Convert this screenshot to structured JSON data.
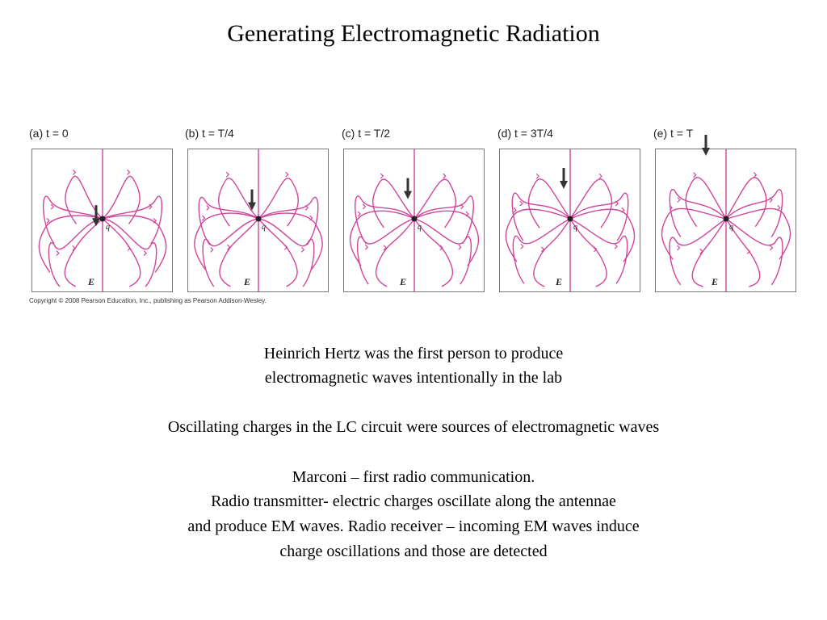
{
  "slide": {
    "title": "Generating Electromagnetic Radiation"
  },
  "figure": {
    "panels": [
      {
        "label": "(a) t = 0",
        "arrow_frac": 0.38
      },
      {
        "label": "(b) t = T/4",
        "arrow_frac": 0.24
      },
      {
        "label": "(c) t = T/2",
        "arrow_frac": 0.14
      },
      {
        "label": "(d) t = 3T/4",
        "arrow_frac": 0.05
      },
      {
        "label": "(e) t = T",
        "arrow_frac": -0.05
      }
    ],
    "charge_label": "q",
    "field_label": "E",
    "line_color": "#d0459a",
    "arrow_color": "#333333",
    "copyright": "Copyright © 2008 Pearson Education, Inc., publishing as Pearson Addison-Wesley."
  },
  "body": {
    "hertz_line1": "Heinrich Hertz  was the first person to produce",
    "hertz_line2": "electromagnetic waves intentionally in the lab",
    "lc_line": "Oscillating charges in the LC circuit were sources of electromagnetic waves",
    "marconi_line1": "Marconi – first radio communication.",
    "marconi_line2": "Radio transmitter- electric charges oscillate along the antennae",
    "marconi_line3": "and produce EM waves. Radio receiver – incoming EM waves induce",
    "marconi_line4": "charge oscillations and those are detected"
  }
}
